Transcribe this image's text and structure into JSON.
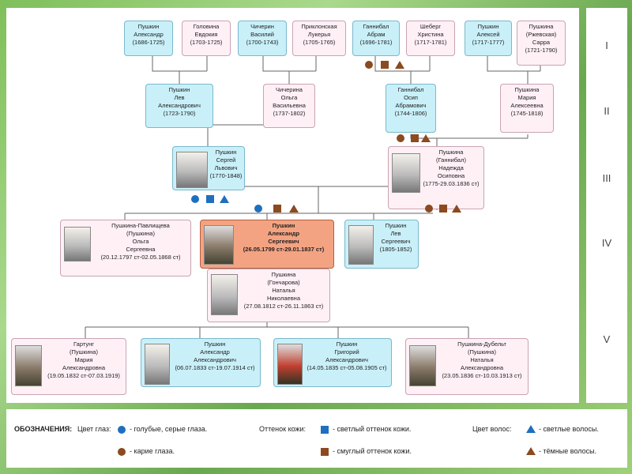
{
  "generations": [
    "I",
    "II",
    "III",
    "IV",
    "V"
  ],
  "gen1": [
    {
      "lines": [
        "Пушкин",
        "Александр",
        "(1686-1725)"
      ],
      "sex": "m"
    },
    {
      "lines": [
        "Головина",
        "Евдокия",
        "(1703-1725)"
      ],
      "sex": "f"
    },
    {
      "lines": [
        "Чичерин",
        "Василий",
        "(1700-1743)"
      ],
      "sex": "m"
    },
    {
      "lines": [
        "Приклонская",
        "Лукерья",
        "(1705-1765)"
      ],
      "sex": "f"
    },
    {
      "lines": [
        "Ганнибал",
        "Абрам",
        "(1696-1781)"
      ],
      "sex": "m"
    },
    {
      "lines": [
        "Шеберг",
        "Христина",
        "(1717-1781)"
      ],
      "sex": "f"
    },
    {
      "lines": [
        "Пушкин",
        "Алексей",
        "(1717-1777)"
      ],
      "sex": "m"
    },
    {
      "lines": [
        "Пушкина",
        "(Ржевская)",
        "Сарра",
        "(1721-1790)"
      ],
      "sex": "f"
    }
  ],
  "gen2": [
    {
      "lines": [
        "Пушкин",
        "Лев",
        "Александрович",
        "(1723-1790)"
      ],
      "sex": "m"
    },
    {
      "lines": [
        "Чичерина",
        "Ольга",
        "Васильевна",
        "(1737-1802)"
      ],
      "sex": "f"
    },
    {
      "lines": [
        "Ганнибал",
        "Осип",
        "Абрамович",
        "(1744-1806)"
      ],
      "sex": "m"
    },
    {
      "lines": [
        "Пушкина",
        "Мария",
        "Алексеевна",
        "(1745-1818)"
      ],
      "sex": "f"
    }
  ],
  "gen3": [
    {
      "lines": [
        "Пушкин",
        "Сергей",
        "Львович",
        "(1770-1848)"
      ],
      "sex": "m"
    },
    {
      "lines": [
        "Пушкина",
        "(Ганнибал)",
        "Надежда",
        "Осиповна",
        "(1775-29.03.1836 ст)"
      ],
      "sex": "f"
    }
  ],
  "gen4": [
    {
      "lines": [
        "Пушкина-Павлищева",
        "(Пушкина)",
        "Ольга",
        "Сергеевна",
        "(20.12.1797 ст-02.05.1868 ст)"
      ],
      "sex": "f"
    },
    {
      "lines": [
        "Пушкин",
        "Александр",
        "Сергеевич",
        "(26.05.1799 ст-29.01.1837 ст)"
      ],
      "sex": "hl"
    },
    {
      "lines": [
        "Пушкин",
        "Лев",
        "Сергеевич",
        "(1805-1852)"
      ],
      "sex": "m"
    },
    {
      "lines": [
        "Пушкина",
        "(Гончарова)",
        "Наталья",
        "Николаевна",
        "(27.08.1812 ст-26.11.1863 ст)"
      ],
      "sex": "f"
    }
  ],
  "gen5": [
    {
      "lines": [
        "Гартунг",
        "(Пушкина)",
        "Мария",
        "Александровна",
        "(19.05.1832 ст-07.03.1919)"
      ],
      "sex": "f"
    },
    {
      "lines": [
        "Пушкин",
        "Александр",
        "Александрович",
        "(06.07.1833 ст-19.07.1914 ст)"
      ],
      "sex": "m"
    },
    {
      "lines": [
        "Пушкин",
        "Григорий",
        "Александрович",
        "(14.05.1835 ст-05.08.1905 ст)"
      ],
      "sex": "m"
    },
    {
      "lines": [
        "Пушкина-Дубельт",
        "(Пушкина)",
        "Наталья",
        "Александровна",
        "(23.05.1836 ст-10.03.1913 ст)"
      ],
      "sex": "f"
    }
  ],
  "legend": {
    "title": "ОБОЗНАЧЕНИЯ:",
    "eye_label": "Цвет глаз:",
    "eye_blue": "- голубые, серые глаза.",
    "eye_brown": "- карие глаза.",
    "skin_label": "Оттенок кожи:",
    "skin_light": "- светлый оттенок кожи.",
    "skin_dark": "- смуглый оттенок кожи.",
    "hair_label": "Цвет волос:",
    "hair_light": "- светлые волосы.",
    "hair_dark": "- тёмные волосы."
  },
  "colors": {
    "male": "#c9f0f8",
    "female": "#fff0f6",
    "highlight": "#f4a382",
    "blue_trait": "#1f6fbf",
    "brown_trait": "#8b4a1f"
  }
}
